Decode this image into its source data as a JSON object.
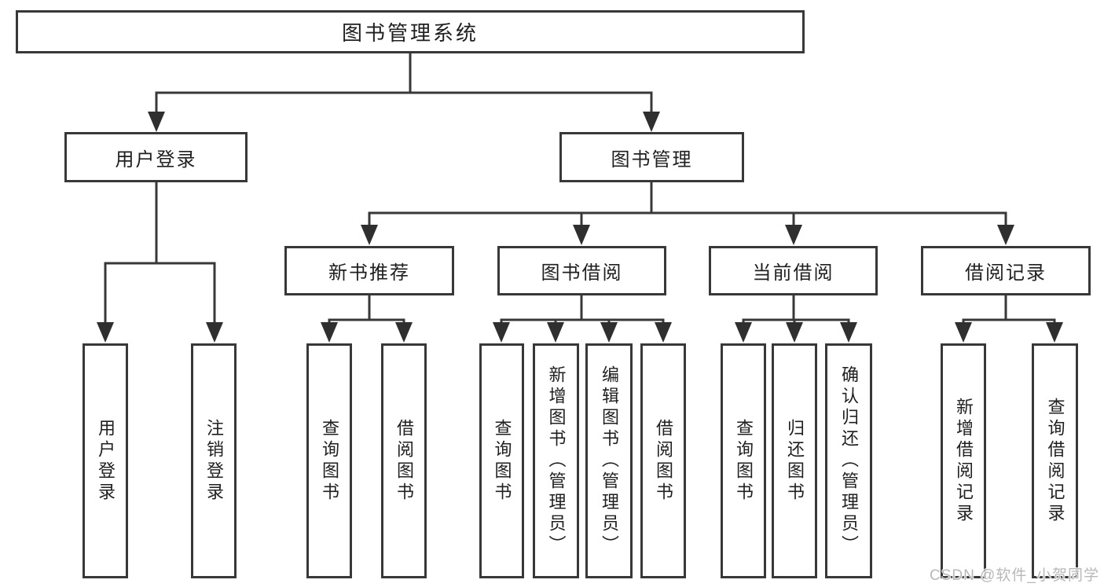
{
  "diagram": {
    "title": "图书管理系统",
    "type": "hierarchy-tree",
    "watermark": "CSDN @软件_小贺同学",
    "colors": {
      "line": "#383838",
      "text": "#1f1f1f",
      "box_background": "#ffffff",
      "watermark": "#b8b8b8",
      "page_background": "#ffffff"
    },
    "nodes": {
      "root": {
        "label": "图书管理系统"
      },
      "branches": [
        {
          "label": "用户登录",
          "parent": "图书管理系统"
        },
        {
          "label": "图书管理",
          "parent": "图书管理系统"
        }
      ],
      "modules": [
        {
          "label": "新书推荐",
          "parent": "图书管理"
        },
        {
          "label": "图书借阅",
          "parent": "图书管理"
        },
        {
          "label": "当前借阅",
          "parent": "图书管理"
        },
        {
          "label": "借阅记录",
          "parent": "图书管理"
        }
      ],
      "leaves": [
        {
          "label": "用户登录",
          "parent": "用户登录"
        },
        {
          "label": "注销登录",
          "parent": "用户登录"
        },
        {
          "label": "查询图书",
          "parent": "新书推荐"
        },
        {
          "label": "借阅图书",
          "parent": "新书推荐"
        },
        {
          "label": "查询图书",
          "parent": "图书借阅"
        },
        {
          "label": "新增图书（管理员）",
          "parent": "图书借阅"
        },
        {
          "label": "编辑图书（管理员）",
          "parent": "图书借阅"
        },
        {
          "label": "借阅图书",
          "parent": "图书借阅"
        },
        {
          "label": "查询图书",
          "parent": "当前借阅"
        },
        {
          "label": "归还图书",
          "parent": "当前借阅"
        },
        {
          "label": "确认归还（管理员）",
          "parent": "当前借阅"
        },
        {
          "label": "新增借阅记录",
          "parent": "借阅记录"
        },
        {
          "label": "查询借阅记录",
          "parent": "借阅记录"
        }
      ]
    }
  }
}
